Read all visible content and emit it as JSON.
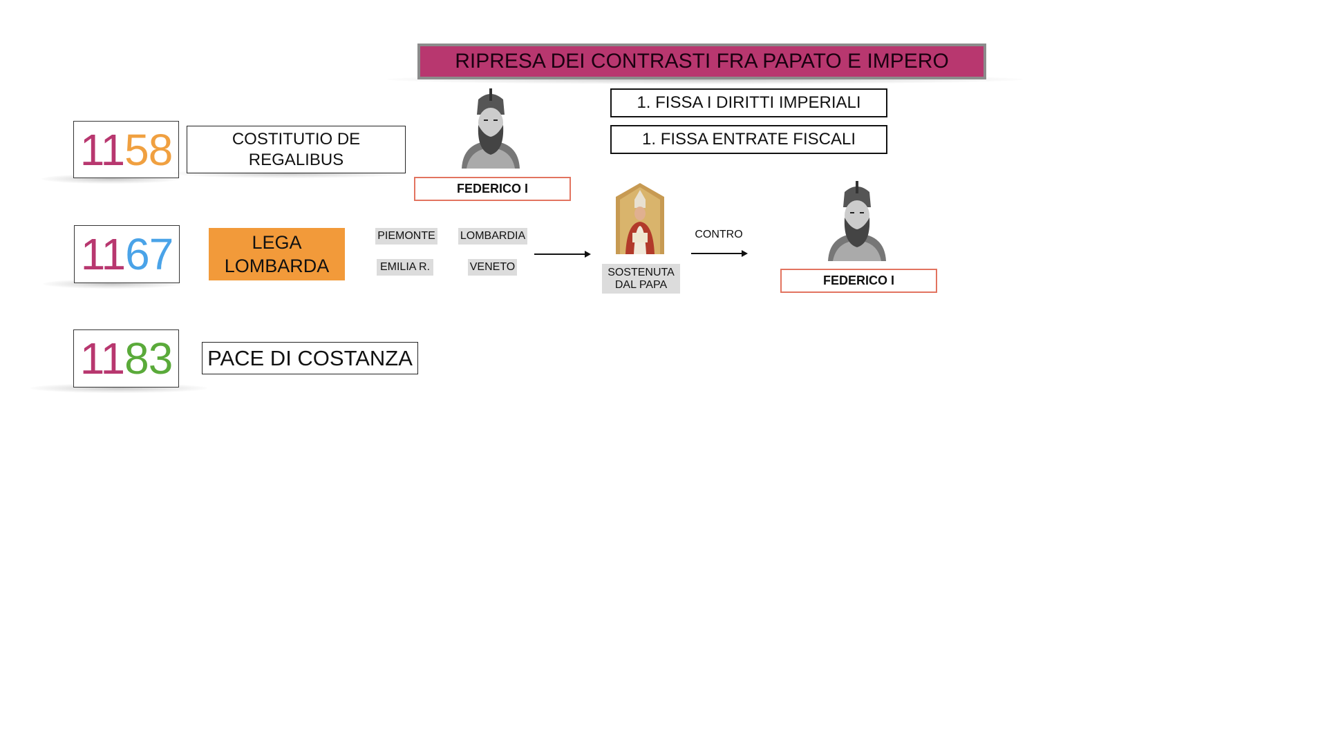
{
  "title": "RIPRESA DEI CONTRASTI FRA PAPATO E IMPERO",
  "rows": [
    {
      "year_prefix": "11",
      "year_suffix": "58",
      "suffix_color": "#f0a040",
      "label": "COSTITUTIO DE REGALIBUS"
    },
    {
      "year_prefix": "11",
      "year_suffix": "67",
      "suffix_color": "#4aa3e8",
      "label": "LEGA LOMBARDA"
    },
    {
      "year_prefix": "11",
      "year_suffix": "83",
      "suffix_color": "#5aaa3a",
      "label": "PACE DI COSTANZA"
    }
  ],
  "prefix_color": "#b8376f",
  "rules": [
    "1. FISSA I DIRITTI IMPERIALI",
    "1. FISSA ENTRATE FISCALI"
  ],
  "federico_label_1": "FEDERICO I",
  "federico_label_2": "FEDERICO I",
  "regions": [
    "PIEMONTE",
    "LOMBARDIA",
    "EMILIA R.",
    "VENETO"
  ],
  "sostenuta": "SOSTENUTA DAL PAPA",
  "contro": "CONTRO",
  "colors": {
    "title_bg": "#b8376f",
    "lega_bg": "#f29a3a",
    "red_border": "#e2735f"
  }
}
